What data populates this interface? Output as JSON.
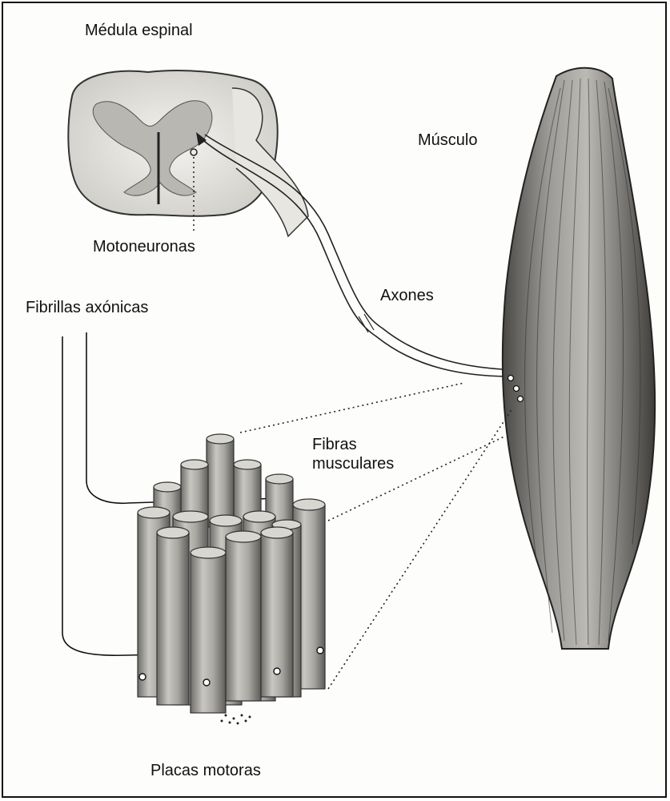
{
  "labels": {
    "spinal_cord": "Médula espinal",
    "muscle": "Músculo",
    "motor_neurons": "Motoneuronas",
    "axons": "Axones",
    "axon_fibrils": "Fibrillas axónicas",
    "muscle_fibers": "Fibras\nmusculares",
    "motor_plates": "Placas motoras"
  },
  "colors": {
    "ink": "#111111",
    "paper": "#fdfdfb",
    "muscle_fill": "#8a8a88",
    "fiber_fill": "#b9b7b2"
  }
}
